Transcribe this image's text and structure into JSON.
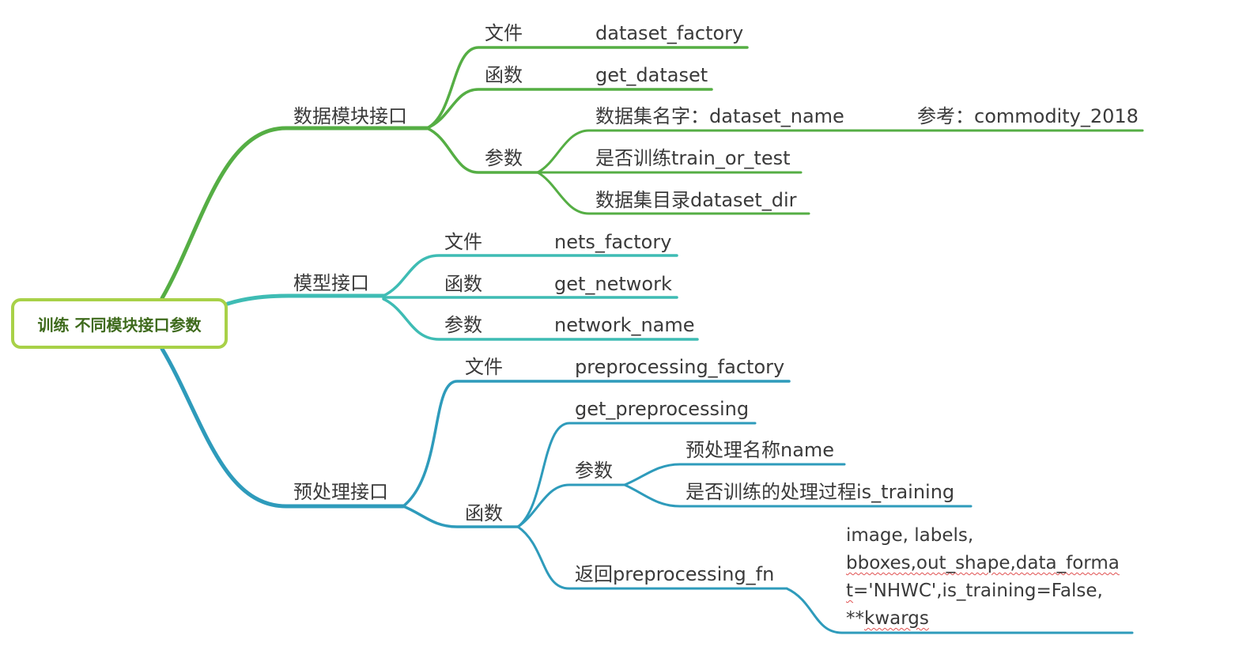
{
  "root": {
    "label": "训练 不同模块接口参数"
  },
  "colors": {
    "green": "#55ae44",
    "teal": "#3ebcb4",
    "blue": "#2e9bbb",
    "root_border": "#a8d148"
  },
  "data_module": {
    "label": "数据模块接口",
    "file": {
      "label": "文件",
      "value": "dataset_factory"
    },
    "func": {
      "label": "函数",
      "value": "get_dataset"
    },
    "params": {
      "label": "参数",
      "name": "数据集名字：dataset_name",
      "ref": "参考：commodity_2018",
      "train_or_test": "是否训练train_or_test",
      "dir": "数据集目录dataset_dir"
    }
  },
  "model": {
    "label": "模型接口",
    "file": {
      "label": "文件",
      "value": "nets_factory"
    },
    "func": {
      "label": "函数",
      "value": "get_network"
    },
    "param": {
      "label": "参数",
      "value": "network_name"
    }
  },
  "prep": {
    "label": "预处理接口",
    "file": {
      "label": "文件",
      "value": "preprocessing_factory"
    },
    "func": {
      "label": "函数",
      "name": "get_preprocessing",
      "params": {
        "label": "参数",
        "name": "预处理名称name",
        "is_training": "是否训练的处理过程is_training"
      },
      "ret": {
        "label": "返回preprocessing_fn",
        "signature": {
          "l1": "image, labels,",
          "l2": "bboxes,out_shape,data_forma",
          "l3a": "t",
          "l3b": "='NHWC',is_training=False,",
          "l4a": "**",
          "l4b": "kwargs"
        }
      }
    }
  }
}
